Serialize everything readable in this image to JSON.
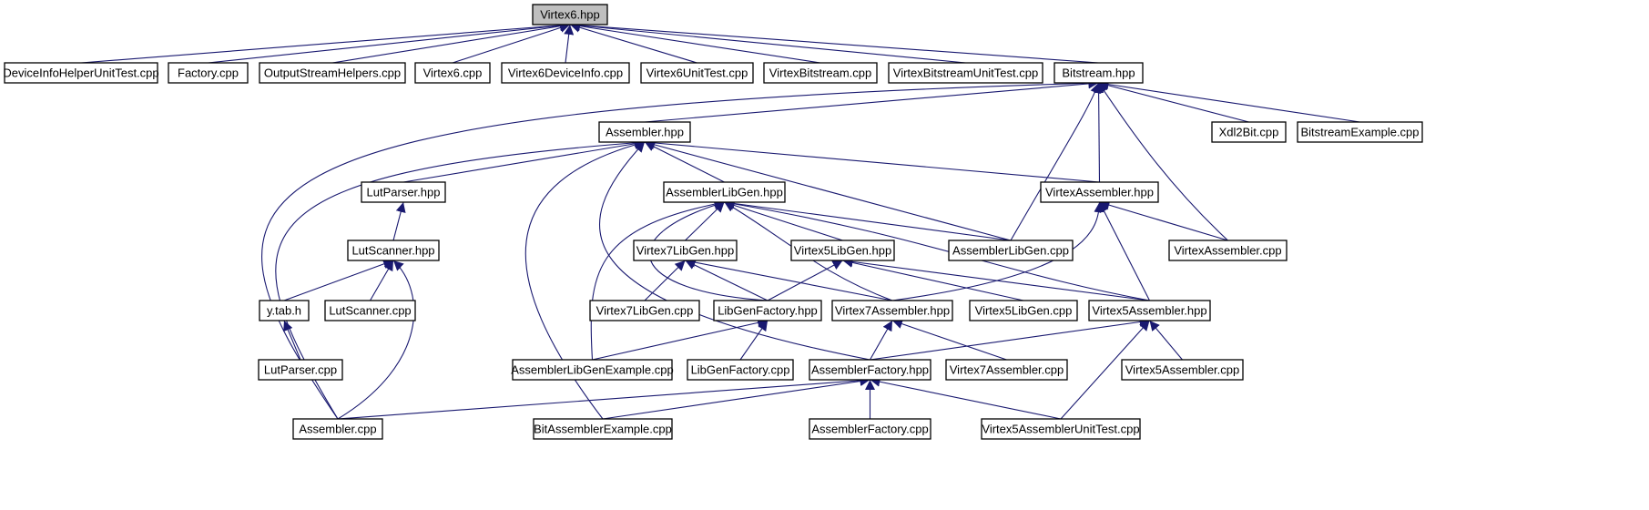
{
  "diagram": {
    "type": "include-dependency-graph",
    "colors": {
      "edge": "#191970",
      "arrowhead": "#191970",
      "root_fill": "#bfbfbf",
      "node_fill": "#ffffff",
      "border": "#000000"
    },
    "nodes": [
      {
        "id": "virtex6hpp",
        "label": "Virtex6.hpp",
        "root": true
      },
      {
        "id": "deviceinfotest",
        "label": "DeviceInfoHelperUnitTest.cpp"
      },
      {
        "id": "factorycpp",
        "label": "Factory.cpp"
      },
      {
        "id": "outputstream",
        "label": "OutputStreamHelpers.cpp"
      },
      {
        "id": "virtex6cpp",
        "label": "Virtex6.cpp"
      },
      {
        "id": "virtex6devinfo",
        "label": "Virtex6DeviceInfo.cpp"
      },
      {
        "id": "virtex6unittest",
        "label": "Virtex6UnitTest.cpp"
      },
      {
        "id": "virtexbitstreamcpp",
        "label": "VirtexBitstream.cpp"
      },
      {
        "id": "virtexbitstreamtest",
        "label": "VirtexBitstreamUnitTest.cpp"
      },
      {
        "id": "bitstreamhpp",
        "label": "Bitstream.hpp"
      },
      {
        "id": "assemblerhpp",
        "label": "Assembler.hpp"
      },
      {
        "id": "xdl2bit",
        "label": "Xdl2Bit.cpp"
      },
      {
        "id": "bitstreamexample",
        "label": "BitstreamExample.cpp"
      },
      {
        "id": "lutparserhpp",
        "label": "LutParser.hpp"
      },
      {
        "id": "assemblerlibgenhpp",
        "label": "AssemblerLibGen.hpp"
      },
      {
        "id": "virtexassemblerhpp",
        "label": "VirtexAssembler.hpp"
      },
      {
        "id": "lutscannerhpp",
        "label": "LutScanner.hpp"
      },
      {
        "id": "virtex7libgenhpp",
        "label": "Virtex7LibGen.hpp"
      },
      {
        "id": "virtex5libgenhpp",
        "label": "Virtex5LibGen.hpp"
      },
      {
        "id": "assemblerlibgencpp",
        "label": "AssemblerLibGen.cpp"
      },
      {
        "id": "virtexassemblercpp",
        "label": "VirtexAssembler.cpp"
      },
      {
        "id": "ytabh",
        "label": "y.tab.h"
      },
      {
        "id": "lutscannercpp",
        "label": "LutScanner.cpp"
      },
      {
        "id": "virtex7libgencpp",
        "label": "Virtex7LibGen.cpp"
      },
      {
        "id": "libgenfactoryhpp",
        "label": "LibGenFactory.hpp"
      },
      {
        "id": "virtex7assemblerhpp",
        "label": "Virtex7Assembler.hpp"
      },
      {
        "id": "virtex5libgencpp",
        "label": "Virtex5LibGen.cpp"
      },
      {
        "id": "virtex5assemblerhpp",
        "label": "Virtex5Assembler.hpp"
      },
      {
        "id": "lutparsercpp",
        "label": "LutParser.cpp"
      },
      {
        "id": "assemblerlibgenexample",
        "label": "AssemblerLibGenExample.cpp"
      },
      {
        "id": "libgenfactorycpp",
        "label": "LibGenFactory.cpp"
      },
      {
        "id": "assemblerfactoryhpp",
        "label": "AssemblerFactory.hpp"
      },
      {
        "id": "virtex7assemblercpp",
        "label": "Virtex7Assembler.cpp"
      },
      {
        "id": "virtex5assemblercpp",
        "label": "Virtex5Assembler.cpp"
      },
      {
        "id": "assemblercpp",
        "label": "Assembler.cpp"
      },
      {
        "id": "bitassemblerexample",
        "label": "BitAssemblerExample.cpp"
      },
      {
        "id": "assemblerfactorycpp",
        "label": "AssemblerFactory.cpp"
      },
      {
        "id": "virtex5assemblertest",
        "label": "Virtex5AssemblerUnitTest.cpp"
      }
    ],
    "edges": [
      {
        "from": "deviceinfotest",
        "to": "virtex6hpp"
      },
      {
        "from": "factorycpp",
        "to": "virtex6hpp"
      },
      {
        "from": "outputstream",
        "to": "virtex6hpp"
      },
      {
        "from": "virtex6cpp",
        "to": "virtex6hpp"
      },
      {
        "from": "virtex6devinfo",
        "to": "virtex6hpp"
      },
      {
        "from": "virtex6unittest",
        "to": "virtex6hpp"
      },
      {
        "from": "virtexbitstreamcpp",
        "to": "virtex6hpp"
      },
      {
        "from": "virtexbitstreamtest",
        "to": "virtex6hpp"
      },
      {
        "from": "bitstreamhpp",
        "to": "virtex6hpp"
      },
      {
        "from": "assemblerhpp",
        "to": "bitstreamhpp"
      },
      {
        "from": "assemblercpp",
        "to": "bitstreamhpp"
      },
      {
        "from": "assemblerlibgencpp",
        "to": "bitstreamhpp"
      },
      {
        "from": "virtexassemblerhpp",
        "to": "bitstreamhpp"
      },
      {
        "from": "virtexassemblercpp",
        "to": "bitstreamhpp"
      },
      {
        "from": "xdl2bit",
        "to": "bitstreamhpp"
      },
      {
        "from": "bitstreamexample",
        "to": "bitstreamhpp"
      },
      {
        "from": "lutparserhpp",
        "to": "assemblerhpp"
      },
      {
        "from": "assemblercpp",
        "to": "assemblerhpp"
      },
      {
        "from": "bitassemblerexample",
        "to": "assemblerhpp"
      },
      {
        "from": "assemblerfactoryhpp",
        "to": "assemblerhpp"
      },
      {
        "from": "assemblerlibgenhpp",
        "to": "assemblerhpp"
      },
      {
        "from": "assemblerlibgencpp",
        "to": "assemblerhpp"
      },
      {
        "from": "virtexassemblerhpp",
        "to": "assemblerhpp"
      },
      {
        "from": "lutscannerhpp",
        "to": "lutparserhpp"
      },
      {
        "from": "ytabh",
        "to": "lutscannerhpp"
      },
      {
        "from": "lutscannercpp",
        "to": "lutscannerhpp"
      },
      {
        "from": "assemblercpp",
        "to": "lutscannerhpp"
      },
      {
        "from": "lutparsercpp",
        "to": "ytabh"
      },
      {
        "from": "virtex7libgenhpp",
        "to": "assemblerlibgenhpp"
      },
      {
        "from": "virtex5libgenhpp",
        "to": "assemblerlibgenhpp"
      },
      {
        "from": "assemblerlibgencpp",
        "to": "assemblerlibgenhpp"
      },
      {
        "from": "assemblerlibgenexample",
        "to": "assemblerlibgenhpp"
      },
      {
        "from": "libgenfactoryhpp",
        "to": "assemblerlibgenhpp"
      },
      {
        "from": "virtex7assemblerhpp",
        "to": "assemblerlibgenhpp"
      },
      {
        "from": "virtex5assemblerhpp",
        "to": "assemblerlibgenhpp"
      },
      {
        "from": "virtex7libgencpp",
        "to": "virtex7libgenhpp"
      },
      {
        "from": "libgenfactoryhpp",
        "to": "virtex7libgenhpp"
      },
      {
        "from": "virtex7assemblerhpp",
        "to": "virtex7libgenhpp"
      },
      {
        "from": "libgenfactoryhpp",
        "to": "virtex5libgenhpp"
      },
      {
        "from": "virtex5libgencpp",
        "to": "virtex5libgenhpp"
      },
      {
        "from": "virtex5assemblerhpp",
        "to": "virtex5libgenhpp"
      },
      {
        "from": "virtex7assemblerhpp",
        "to": "virtexassemblerhpp"
      },
      {
        "from": "virtex5assemblerhpp",
        "to": "virtexassemblerhpp"
      },
      {
        "from": "virtexassemblercpp",
        "to": "virtexassemblerhpp"
      },
      {
        "from": "assemblerlibgenexample",
        "to": "libgenfactoryhpp"
      },
      {
        "from": "libgenfactorycpp",
        "to": "libgenfactoryhpp"
      },
      {
        "from": "assemblerfactoryhpp",
        "to": "virtex7assemblerhpp"
      },
      {
        "from": "virtex7assemblercpp",
        "to": "virtex7assemblerhpp"
      },
      {
        "from": "assemblerfactoryhpp",
        "to": "virtex5assemblerhpp"
      },
      {
        "from": "virtex5assemblercpp",
        "to": "virtex5assemblerhpp"
      },
      {
        "from": "virtex5assemblertest",
        "to": "virtex5assemblerhpp"
      },
      {
        "from": "assemblercpp",
        "to": "assemblerfactoryhpp"
      },
      {
        "from": "bitassemblerexample",
        "to": "assemblerfactoryhpp"
      },
      {
        "from": "assemblerfactorycpp",
        "to": "assemblerfactoryhpp"
      },
      {
        "from": "virtex5assemblertest",
        "to": "assemblerfactoryhpp"
      }
    ]
  }
}
